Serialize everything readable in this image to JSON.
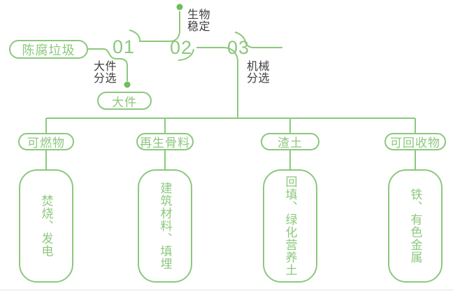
{
  "colors": {
    "green": "#8CC87D",
    "dot_green": "#6FBE58",
    "label_dark": "#3E3E3E",
    "hairline": "#E4E4E4"
  },
  "diagram": {
    "source": {
      "label": "陈腐垃圾"
    },
    "stages": [
      {
        "number": "01",
        "process": "大件\n分选"
      },
      {
        "number": "02",
        "process": "生物\n稳定"
      },
      {
        "number": "03",
        "process": "机械\n分选"
      }
    ],
    "bulky": {
      "label": "大件"
    },
    "outputs": [
      {
        "category": "可燃物",
        "disposal": "焚烧、发电"
      },
      {
        "category": "再生骨料",
        "disposal": "建筑材料、填埋"
      },
      {
        "category": "渣土",
        "disposal": "回填、绿化营养土"
      },
      {
        "category": "可回收物",
        "disposal": "铁、有色金属"
      }
    ]
  }
}
